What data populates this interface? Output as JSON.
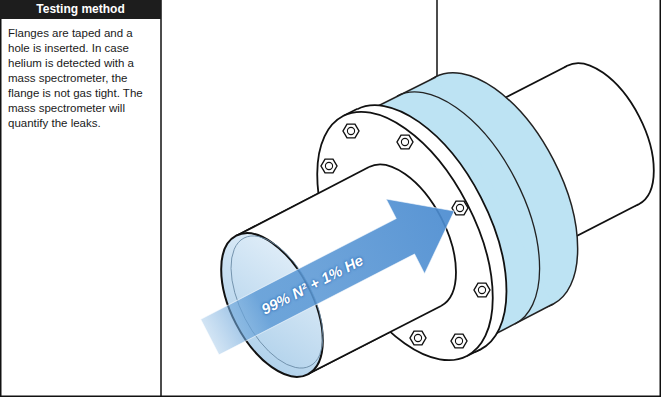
{
  "diagram": {
    "nodes": [
      {
        "text": [
          "Testing method",
          "Flanges are taped and a hole is inserted. In case helium is detected with a mass spectrometer, the flange is not gas tight. The mass spectrometer will quantify the leaks."
        ]
      }
    ],
    "labels": [
      "99% N² + 1% He"
    ]
  }
}
